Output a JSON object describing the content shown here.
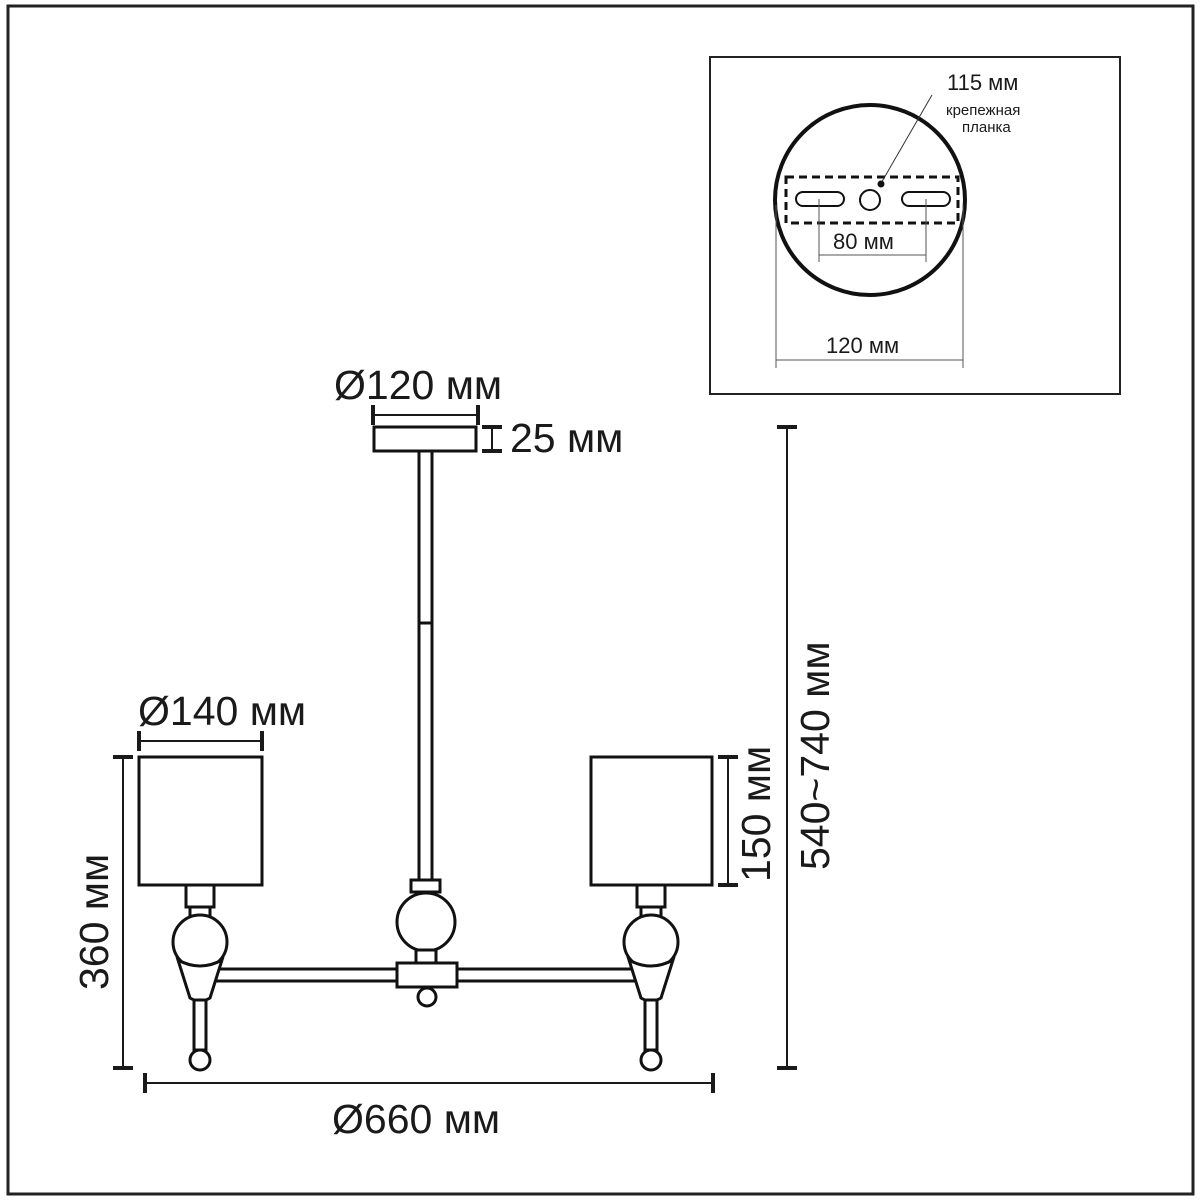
{
  "mount_detail": {
    "plate_width": "115 мм",
    "plate_label_line1": "крепежная",
    "plate_label_line2": "планка",
    "hole_spacing": "80 мм",
    "canopy_width": "120 мм"
  },
  "dimensions": {
    "canopy_diameter": "Ø120 мм",
    "canopy_height": "25 мм",
    "shade_diameter": "Ø140 мм",
    "arm_height": "360 мм",
    "shade_height": "150 мм",
    "total_height": "540~740 мм",
    "total_diameter": "Ø660 мм"
  }
}
